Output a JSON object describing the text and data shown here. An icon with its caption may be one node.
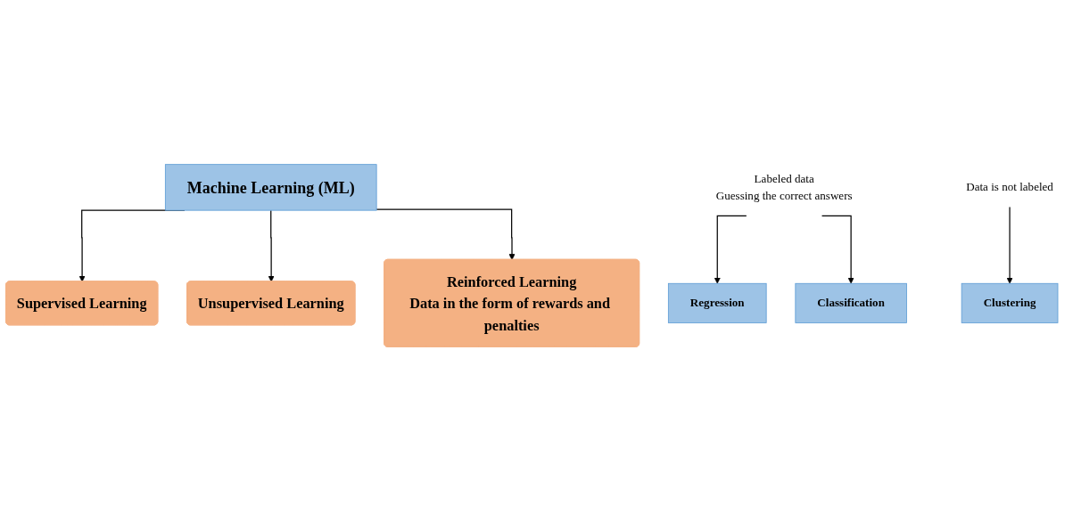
{
  "diagram": {
    "nodes": [
      {
        "text": [
          "Machine Learning (ML)"
        ]
      },
      {
        "text": [
          "Supervised Learning"
        ]
      },
      {
        "text": [
          "Unsupervised Learning"
        ]
      },
      {
        "text": [
          "Reinforced Learning",
          "Data in the form of rewards and penalties"
        ]
      },
      {
        "text": [
          "Labeled data",
          "Guessing the correct answers"
        ]
      },
      {
        "text": [
          "Data is not labeled"
        ]
      },
      {
        "text": [
          "Regression"
        ]
      },
      {
        "text": [
          "Classification"
        ]
      },
      {
        "text": [
          "Clustering"
        ]
      }
    ],
    "edges": [
      {
        "from": 0,
        "to": 1,
        "arrow": "to"
      },
      {
        "from": 0,
        "to": 2,
        "arrow": "to"
      },
      {
        "from": 0,
        "to": 3,
        "arrow": "to"
      },
      {
        "from": 4,
        "to": 6,
        "arrow": "to"
      },
      {
        "from": 4,
        "to": 7,
        "arrow": "to"
      },
      {
        "from": 5,
        "to": 8,
        "arrow": "to"
      }
    ]
  }
}
